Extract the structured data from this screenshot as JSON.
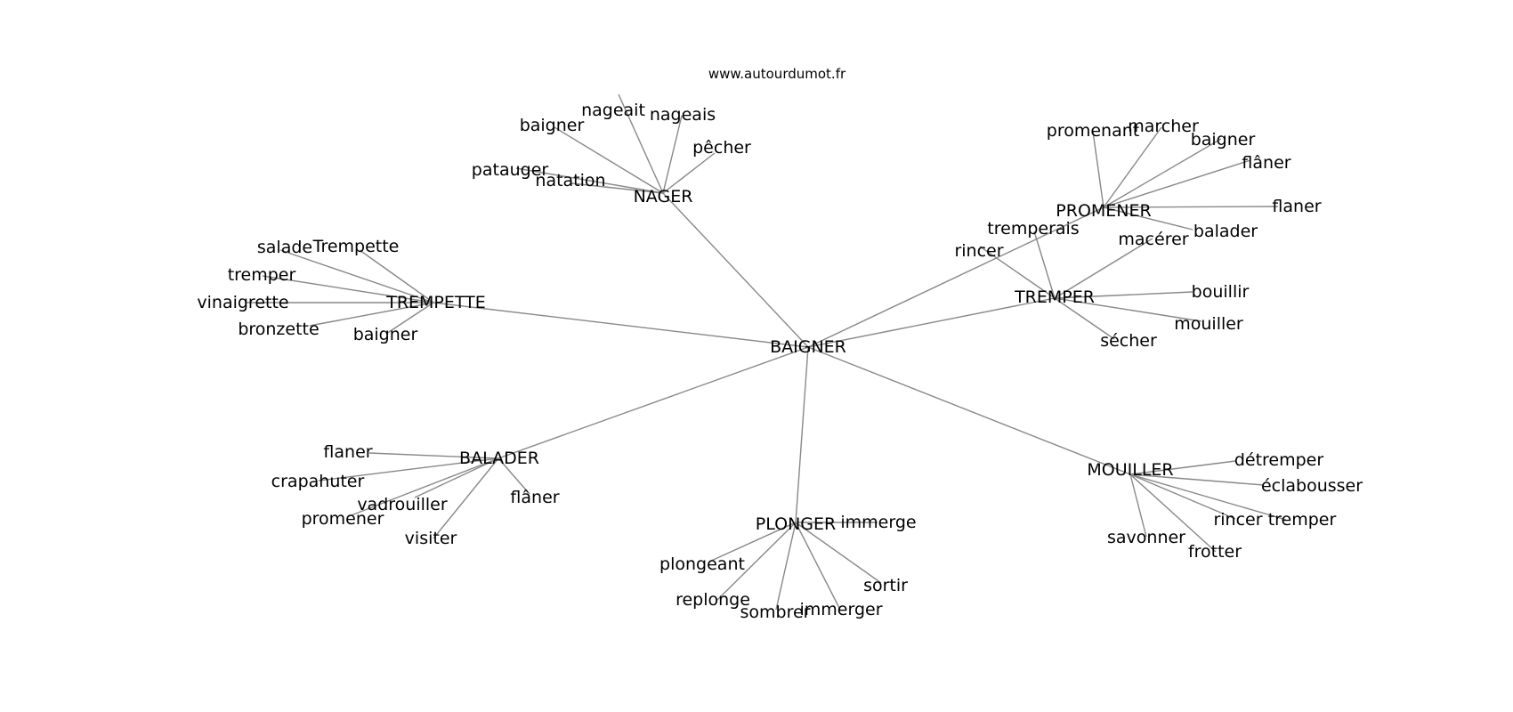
{
  "site": "www.autourdumot.fr",
  "center": "BAIGNER",
  "hubs": [
    {
      "id": "nager",
      "label": "NAGER",
      "words": [
        "baigner",
        "nageait",
        "nageais",
        "pêcher",
        "patauger",
        "natation"
      ]
    },
    {
      "id": "trempette",
      "label": "TREMPETTE",
      "words": [
        "salade",
        "Trempette",
        "tremper",
        "vinaigrette",
        "bronzette",
        "baigner"
      ]
    },
    {
      "id": "promener",
      "label": "PROMENER",
      "words": [
        "promenant",
        "marcher",
        "baigner",
        "flâner",
        "flaner",
        "balader"
      ]
    },
    {
      "id": "tremper",
      "label": "TREMPER",
      "words": [
        "tremperais",
        "rincer",
        "macérer",
        "bouillir",
        "mouiller",
        "sécher"
      ]
    },
    {
      "id": "balader",
      "label": "BALADER",
      "words": [
        "flaner",
        "crapahuter",
        "vadrouiller",
        "promener",
        "visiter",
        "flâner"
      ]
    },
    {
      "id": "plonger",
      "label": "PLONGER",
      "words": [
        "immerge",
        "plongeant",
        "replonge",
        "sombrer",
        "immerger",
        "sortir"
      ]
    },
    {
      "id": "mouiller",
      "label": "MOUILLER",
      "words": [
        "détremper",
        "éclabousser",
        "rincer",
        "tremper",
        "savonner",
        "frotter"
      ]
    }
  ]
}
